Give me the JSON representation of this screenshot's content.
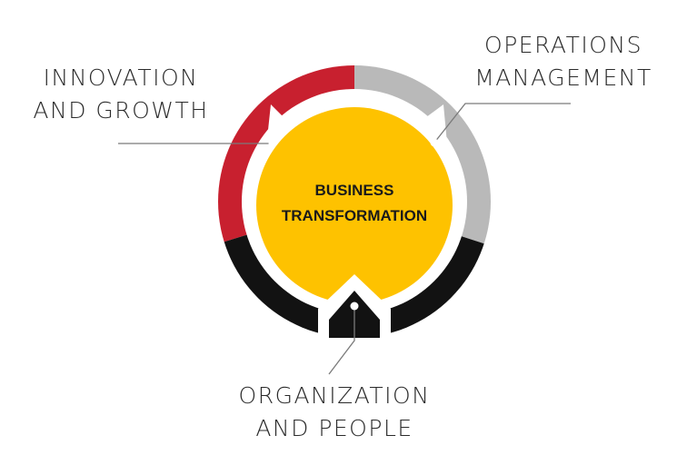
{
  "center": {
    "line1": "BUSINESS",
    "line2": "TRANSFORMATION"
  },
  "segments": {
    "innovation": {
      "line1": "INNOVATION",
      "line2": "AND GROWTH"
    },
    "operations": {
      "line1": "OPERATIONS",
      "line2": "MANAGEMENT"
    },
    "organization": {
      "line1": "ORGANIZATION",
      "line2": "AND PEOPLE"
    }
  },
  "colors": {
    "innovation": "#c8202f",
    "operations": "#b9b9b9",
    "organization": "#121212",
    "core": "#fec200",
    "leader": "#7a7a7a"
  }
}
